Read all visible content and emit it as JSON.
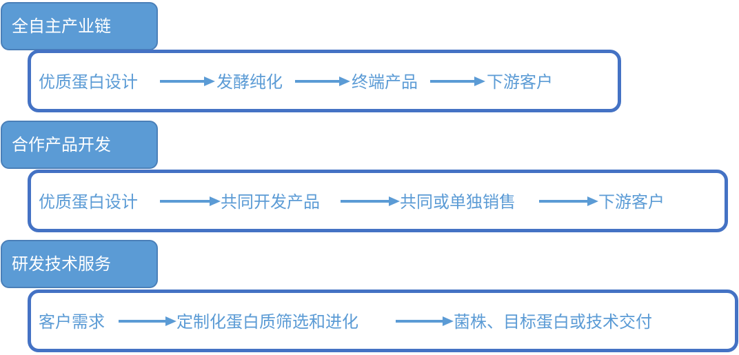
{
  "colors": {
    "tag_fill": "#5b9bd5",
    "tag_border": "#4a7fb8",
    "box_border": "#4472c4",
    "text": "#5b9bd5",
    "arrow": "#5b9bd5"
  },
  "sections": [
    {
      "title": "全自主产业链",
      "steps": [
        "优质蛋白设计",
        "发酵纯化",
        "终端产品",
        "下游客户"
      ]
    },
    {
      "title": "合作产品开发",
      "steps": [
        "优质蛋白设计",
        "共同开发产品",
        "共同或单独销售",
        "下游客户"
      ]
    },
    {
      "title": "研发技术服务",
      "steps": [
        "客户需求",
        "定制化蛋白质筛选和进化",
        "菌株、目标蛋白或技术交付"
      ]
    }
  ]
}
